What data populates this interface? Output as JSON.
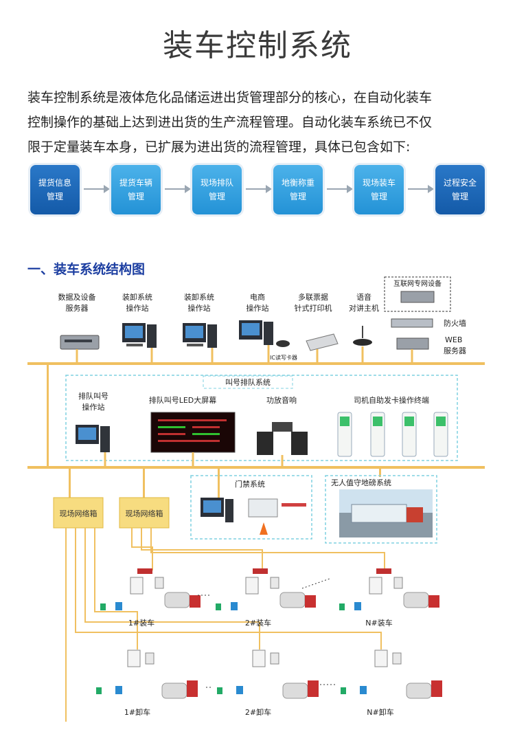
{
  "title": "装车控制系统",
  "intro": [
    "装车控制系统是液体危化品储运进出货管理部分的核心，在自动化装车",
    "控制操作的基础上达到进出货的生产流程管理。自动化装车系统已不仅",
    "限于定量装车本身，已扩展为进出货的流程管理，具体已包含如下:"
  ],
  "flow_steps": [
    {
      "line1": "提货信息",
      "line2": "管理",
      "tone": "dark"
    },
    {
      "line1": "提货车辆",
      "line2": "管理",
      "tone": "light"
    },
    {
      "line1": "现场排队",
      "line2": "管理",
      "tone": "light"
    },
    {
      "line1": "地衡称重",
      "line2": "管理",
      "tone": "light"
    },
    {
      "line1": "现场装车",
      "line2": "管理",
      "tone": "light"
    },
    {
      "line1": "过程安全",
      "line2": "管理",
      "tone": "dark"
    }
  ],
  "section_title": "一、装车系统结构图",
  "diagram": {
    "top_devices": [
      {
        "line1": "数据及设备",
        "line2": "服务器"
      },
      {
        "line1": "装卸系统",
        "line2": "操作站"
      },
      {
        "line1": "装卸系统",
        "line2": "操作站"
      },
      {
        "line1": "电商",
        "line2": "操作站"
      },
      {
        "line1": "多联票据",
        "line2": "针式打印机"
      },
      {
        "line1": "语音",
        "line2": "对讲主机"
      }
    ],
    "internet_box": "互联网专网设备",
    "firewall": "防火墙",
    "web_server_line1": "WEB",
    "web_server_line2": "服务器",
    "ic_reader": "IC读写卡器",
    "queue_system": "叫号排队系统",
    "queue_station_line1": "排队叫号",
    "queue_station_line2": "操作站",
    "led_screen": "排队叫号LED大屏幕",
    "amplifier": "功放音响",
    "self_service": "司机自助发卡操作终端",
    "gate_system": "门禁系统",
    "unattended_scale": "无人值守地磅系统",
    "field_box_1": "现场网络箱",
    "field_box_2": "现场网络箱",
    "loading_stations": [
      "1#装车",
      "2#装车",
      "N#装车"
    ],
    "unloading_stations": [
      "1#卸车",
      "2#卸车",
      "N#卸车"
    ]
  },
  "colors": {
    "bus": "#f0c060",
    "dashed": "#7fd0e0",
    "flow_dark": "#1a66b8",
    "flow_light": "#2fa0df",
    "section": "#1c3ea1"
  }
}
